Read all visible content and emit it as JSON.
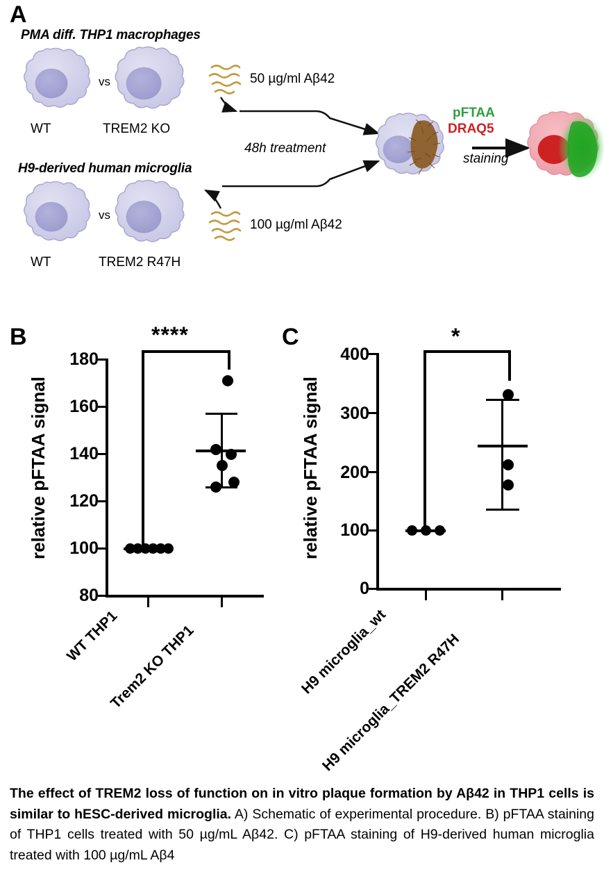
{
  "figure": {
    "panels": [
      {
        "letter": "A"
      },
      {
        "letter": "B"
      },
      {
        "letter": "C"
      }
    ]
  },
  "panel_a": {
    "letter": "A",
    "groups": [
      {
        "title": "PMA diff. THP1 macrophages",
        "left_cell_label": "WT",
        "right_cell_label": "TREM2 KO",
        "vs": "vs",
        "concentration": "50 µg/ml Aβ42"
      },
      {
        "title": "H9-derived human microglia",
        "left_cell_label": "WT",
        "right_cell_label": "TREM2 R47H",
        "vs": "vs",
        "concentration": "100 µg/ml Aβ42"
      }
    ],
    "treatment_label": "48h treatment",
    "staining_label": "staining",
    "markers": [
      {
        "name": "pFTAA",
        "color": "#2e9e3e"
      },
      {
        "name": "DRAQ5",
        "color": "#cc2222"
      }
    ],
    "colors": {
      "cell_body": "#cdcce8",
      "cell_nucleus": "#a6a5d2",
      "aggregate": "#8a5a22",
      "amyloid_squiggle": "#c19a3e",
      "stained_cell": "#f0a8b0",
      "stained_nucleus": "#cc2222",
      "plaque_green": "#2aa22a"
    }
  },
  "chart_data": [
    {
      "panel": "B",
      "type": "scatter",
      "title": "",
      "xlabel": "",
      "ylabel": "relative pFTAA signal",
      "ylim": [
        80,
        180
      ],
      "yticks": [
        80,
        100,
        120,
        140,
        160,
        180
      ],
      "ytick_labels": [
        "80",
        "100",
        "120",
        "140",
        "160",
        "180"
      ],
      "grid": false,
      "legend": "none",
      "categories": [
        "WT THP1",
        "Trem2 KO THP1"
      ],
      "groups": [
        {
          "name": "WT THP1",
          "values": [
            100,
            100,
            100,
            100,
            100,
            100
          ],
          "mean": 100,
          "error_low": 100,
          "error_high": 100,
          "show_error_bar": false
        },
        {
          "name": "Trem2 KO THP1",
          "values": [
            170,
            143,
            141,
            136,
            129,
            127
          ],
          "mean": 141,
          "error_low": 125,
          "error_high": 157,
          "show_error_bar": true
        }
      ],
      "annotations": [
        {
          "type": "significance",
          "label": "****",
          "from": "WT THP1",
          "to": "Trem2 KO THP1"
        }
      ]
    },
    {
      "panel": "C",
      "type": "scatter",
      "title": "",
      "xlabel": "",
      "ylabel": "relative pFTAA signal",
      "ylim": [
        0,
        400
      ],
      "yticks": [
        0,
        100,
        200,
        300,
        400
      ],
      "ytick_labels": [
        "0",
        "100",
        "200",
        "300",
        "400"
      ],
      "grid": false,
      "legend": "none",
      "categories": [
        "H9 microglia_wt",
        "H9 microglia_TREM2 R47H"
      ],
      "groups": [
        {
          "name": "H9 microglia_wt",
          "values": [
            100,
            100,
            100
          ],
          "mean": 100,
          "error_low": 100,
          "error_high": 100,
          "show_error_bar": false
        },
        {
          "name": "H9 microglia_TREM2 R47H",
          "values": [
            333,
            215,
            181
          ],
          "mean": 244,
          "error_low": 165,
          "error_high": 322,
          "show_error_bar": true
        }
      ],
      "annotations": [
        {
          "type": "significance",
          "label": "*",
          "from": "H9 microglia_wt",
          "to": "H9 microglia_TREM2 R47H"
        }
      ]
    }
  ],
  "panel_b": {
    "letter": "B",
    "ylabel": "relative pFTAA signal",
    "ytick_labels": [
      "180",
      "160",
      "140",
      "120",
      "100",
      "80"
    ],
    "xcat_labels": [
      "WT THP1",
      "Trem2 KO THP1"
    ],
    "significance": "****"
  },
  "panel_c": {
    "letter": "C",
    "ylabel": "relative pFTAA signal",
    "ytick_labels": [
      "400",
      "300",
      "200",
      "100",
      "0"
    ],
    "xcat_labels": [
      "H9 microglia_wt",
      "H9 microglia_TREM2 R47H"
    ],
    "significance": "*"
  },
  "caption": {
    "bold_part": "The effect of TREM2 loss of function on in vitro plaque formation by Aβ42 in THP1 cells is similar to hESC-derived microglia.",
    "rest": " A) Schematic of experimental procedure. B) pFTAA staining of THP1 cells treated with 50 µg/mL Aβ42. C) pFTAA staining of H9-derived human microglia treated with 100 µg/mL Aβ4"
  }
}
